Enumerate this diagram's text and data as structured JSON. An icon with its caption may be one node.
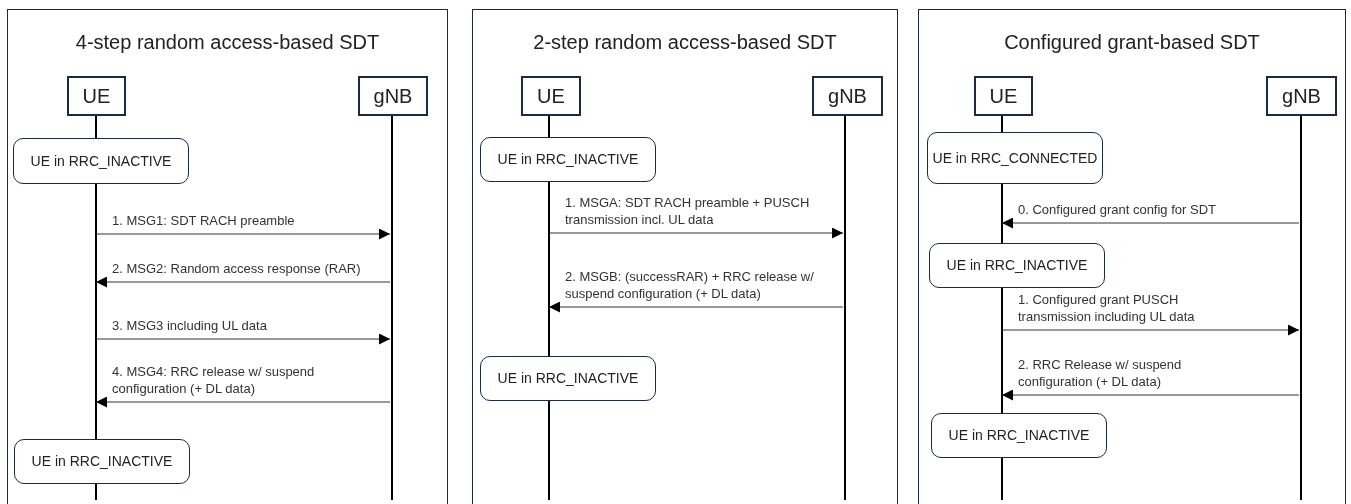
{
  "diagram": {
    "nodes": [
      {
        "text": [
          "4-step random access-based SDT"
        ]
      },
      {
        "text": [
          "UE"
        ],
        "in": 0
      },
      {
        "text": [
          "gNB"
        ],
        "in": 0
      },
      {
        "text": [],
        "shape": "line",
        "in": 0
      },
      {
        "text": [],
        "shape": "line",
        "in": 0
      },
      {
        "text": [
          "UE in RRC_INACTIVE"
        ],
        "in": 0
      },
      {
        "text": [
          "UE in RRC_INACTIVE"
        ],
        "in": 0
      },
      {
        "text": [
          "2-step random access-based SDT"
        ]
      },
      {
        "text": [
          "UE"
        ],
        "in": 7
      },
      {
        "text": [
          "gNB"
        ],
        "in": 7
      },
      {
        "text": [],
        "shape": "line",
        "in": 7
      },
      {
        "text": [],
        "shape": "line",
        "in": 7
      },
      {
        "text": [
          "UE in RRC_INACTIVE"
        ],
        "in": 7
      },
      {
        "text": [
          "UE in RRC_INACTIVE"
        ],
        "in": 7
      },
      {
        "text": [
          "Configured grant-based SDT"
        ]
      },
      {
        "text": [
          "UE"
        ],
        "in": 14
      },
      {
        "text": [
          "gNB"
        ],
        "in": 14
      },
      {
        "text": [],
        "shape": "line",
        "in": 14
      },
      {
        "text": [],
        "shape": "line",
        "in": 14
      },
      {
        "text": [
          "UE in RRC_CONNECTED"
        ],
        "in": 14
      },
      {
        "text": [
          "UE in RRC_INACTIVE"
        ],
        "in": 14
      },
      {
        "text": [
          "UE in RRC_INACTIVE"
        ],
        "in": 14
      }
    ],
    "edges": [
      {
        "from": 3,
        "to": 4,
        "arrow": "to",
        "label": "1. MSG1:  SDT RACH preamble"
      },
      {
        "from": 4,
        "to": 3,
        "arrow": "to",
        "label": "2. MSG2: Random access response (RAR)"
      },
      {
        "from": 3,
        "to": 4,
        "arrow": "to",
        "label": "3. MSG3 including UL data"
      },
      {
        "from": 4,
        "to": 3,
        "arrow": "to",
        "label": "4. MSG4: RRC release w/ suspend configuration (+ DL data)"
      },
      {
        "from": 10,
        "to": 11,
        "arrow": "to",
        "label": "1. MSGA:  SDT RACH preamble + PUSCH transmission incl. UL data"
      },
      {
        "from": 11,
        "to": 10,
        "arrow": "to",
        "label": "2. MSGB: (successRAR) + RRC release w/ suspend configuration (+ DL data)"
      },
      {
        "from": 18,
        "to": 17,
        "arrow": "to",
        "label": "0. Configured grant config for SDT"
      },
      {
        "from": 17,
        "to": 18,
        "arrow": "to",
        "label": "1. Configured grant PUSCH transmission including UL data"
      },
      {
        "from": 18,
        "to": 17,
        "arrow": "to",
        "label": "2. RRC Release w/ suspend configuration (+ DL data)"
      }
    ]
  }
}
